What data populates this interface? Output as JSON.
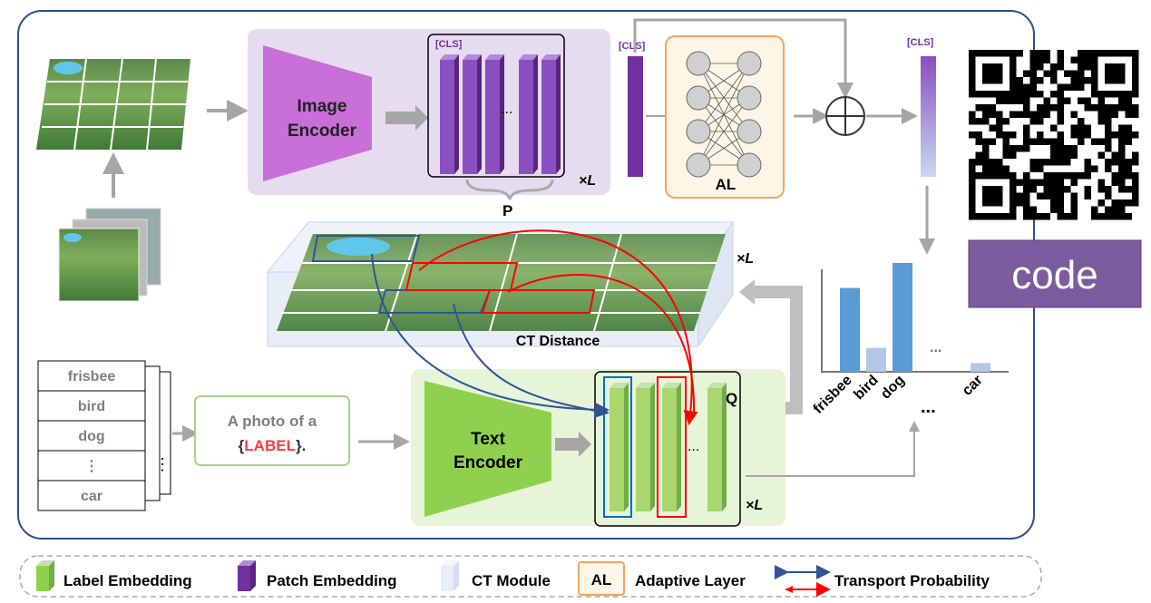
{
  "image_encoder": {
    "label_line1": "Image",
    "label_line2": "Encoder"
  },
  "text_encoder": {
    "label_line1": "Text",
    "label_line2": "Encoder"
  },
  "cls_token": "[CLS]",
  "ellipsis": "...",
  "times_L": "×L",
  "patch_symbol": "P",
  "label_symbol": "Q",
  "adaptive_layer": "AL",
  "ct_distance": "CT Distance",
  "prompt": {
    "line1": "A photo of a",
    "open": "{",
    "label": "LABEL",
    "close": "}."
  },
  "label_list": [
    "frisbee",
    "bird",
    "dog",
    "⋮",
    "car"
  ],
  "vertical_dots": "⋮",
  "code_button": "code",
  "chart_data": {
    "type": "bar",
    "categories": [
      "frisbee",
      "bird",
      "dog",
      "...",
      "car"
    ],
    "values": [
      0.77,
      0.22,
      1.0,
      null,
      0.08
    ],
    "highlight": [
      true,
      false,
      true,
      false,
      false
    ],
    "colors": {
      "high": "#5b9bd5",
      "low": "#b4c7e7"
    }
  },
  "legend": [
    {
      "icon": "green-cube-icon",
      "label": "Label Embedding"
    },
    {
      "icon": "purple-cube-icon",
      "label": "Patch Embedding"
    },
    {
      "icon": "light-blue-cube-icon",
      "label": "CT Module"
    },
    {
      "icon": "al-box-icon",
      "box": "AL",
      "label": "Adaptive Layer"
    },
    {
      "icon": "double-arrow-icon",
      "label": "Transport Probability"
    }
  ],
  "colors": {
    "purple": "#8a4fc0",
    "green": "#8fd14f",
    "blue_arrow": "#2f5597",
    "red_arrow": "#ff0000",
    "frame": "#2f4f8f",
    "code_bg": "#7a5c9e",
    "al_border": "#f4a460"
  }
}
